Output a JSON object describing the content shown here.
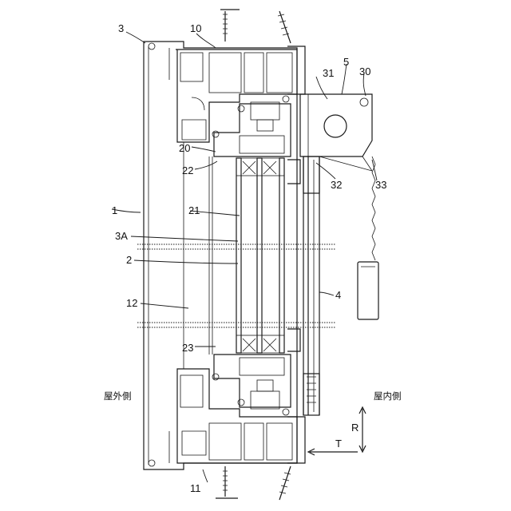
{
  "labels": {
    "l3": "3",
    "l10": "10",
    "l5": "5",
    "l30": "30",
    "l31": "31",
    "l20": "20",
    "l22": "22",
    "l32": "32",
    "l33": "33",
    "l1": "1",
    "l21": "21",
    "l3A": "3A",
    "l2": "2",
    "l12": "12",
    "l4": "4",
    "l23": "23",
    "l11": "11",
    "lR": "R",
    "lT": "T"
  },
  "sides": {
    "outdoor": "屋外側",
    "indoor": "屋内側"
  }
}
